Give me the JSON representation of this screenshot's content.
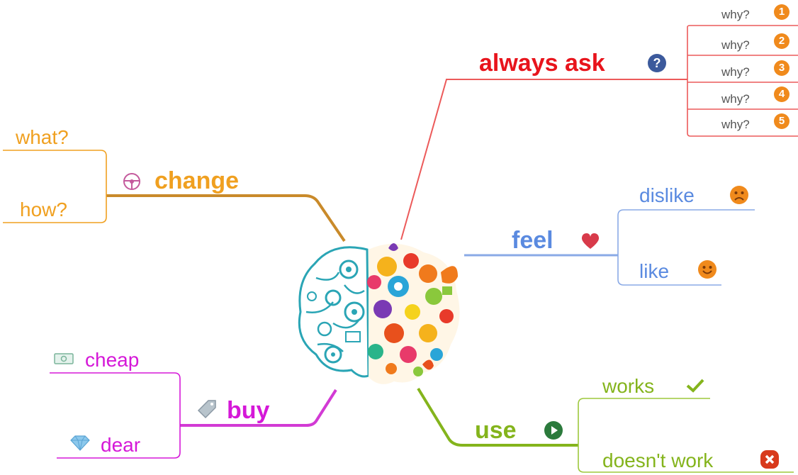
{
  "colors": {
    "always_ask": "#e8141c",
    "always_ask_line": "#ec5a5a",
    "change": "#f0a020",
    "change_line": "#c98a2a",
    "feel": "#5a8ae0",
    "feel_line": "#8aaae6",
    "buy": "#d518d8",
    "buy_line": "#d23ad4",
    "use": "#84b41c",
    "use_line": "#9dc83c",
    "badge_orange": "#f08a1c",
    "question_badge": "#3c5a9c",
    "heart": "#d83a4a",
    "play": "#2b7a3c",
    "cross": "#d83a1c"
  },
  "center": {
    "image": "brain-illustration"
  },
  "always_ask": {
    "label": "always ask",
    "icon": "question-icon",
    "children": [
      {
        "label": "why?",
        "badge": "1"
      },
      {
        "label": "why?",
        "badge": "2"
      },
      {
        "label": "why?",
        "badge": "3"
      },
      {
        "label": "why?",
        "badge": "4"
      },
      {
        "label": "why?",
        "badge": "5"
      }
    ]
  },
  "change": {
    "label": "change",
    "icon": "steering-wheel-icon",
    "children": [
      {
        "label": "what?"
      },
      {
        "label": "how?"
      }
    ]
  },
  "feel": {
    "label": "feel",
    "icon": "heart-icon",
    "children": [
      {
        "label": "dislike",
        "icon": "sad-face-icon"
      },
      {
        "label": "like",
        "icon": "smiley-face-icon"
      }
    ]
  },
  "buy": {
    "label": "buy",
    "icon": "price-tag-icon",
    "children": [
      {
        "label": "cheap",
        "icon": "money-icon"
      },
      {
        "label": "dear",
        "icon": "diamond-icon"
      }
    ]
  },
  "use": {
    "label": "use",
    "icon": "play-icon",
    "children": [
      {
        "label": "works",
        "icon": "checkmark-icon"
      },
      {
        "label": "doesn't work",
        "icon": "cross-icon"
      }
    ]
  }
}
